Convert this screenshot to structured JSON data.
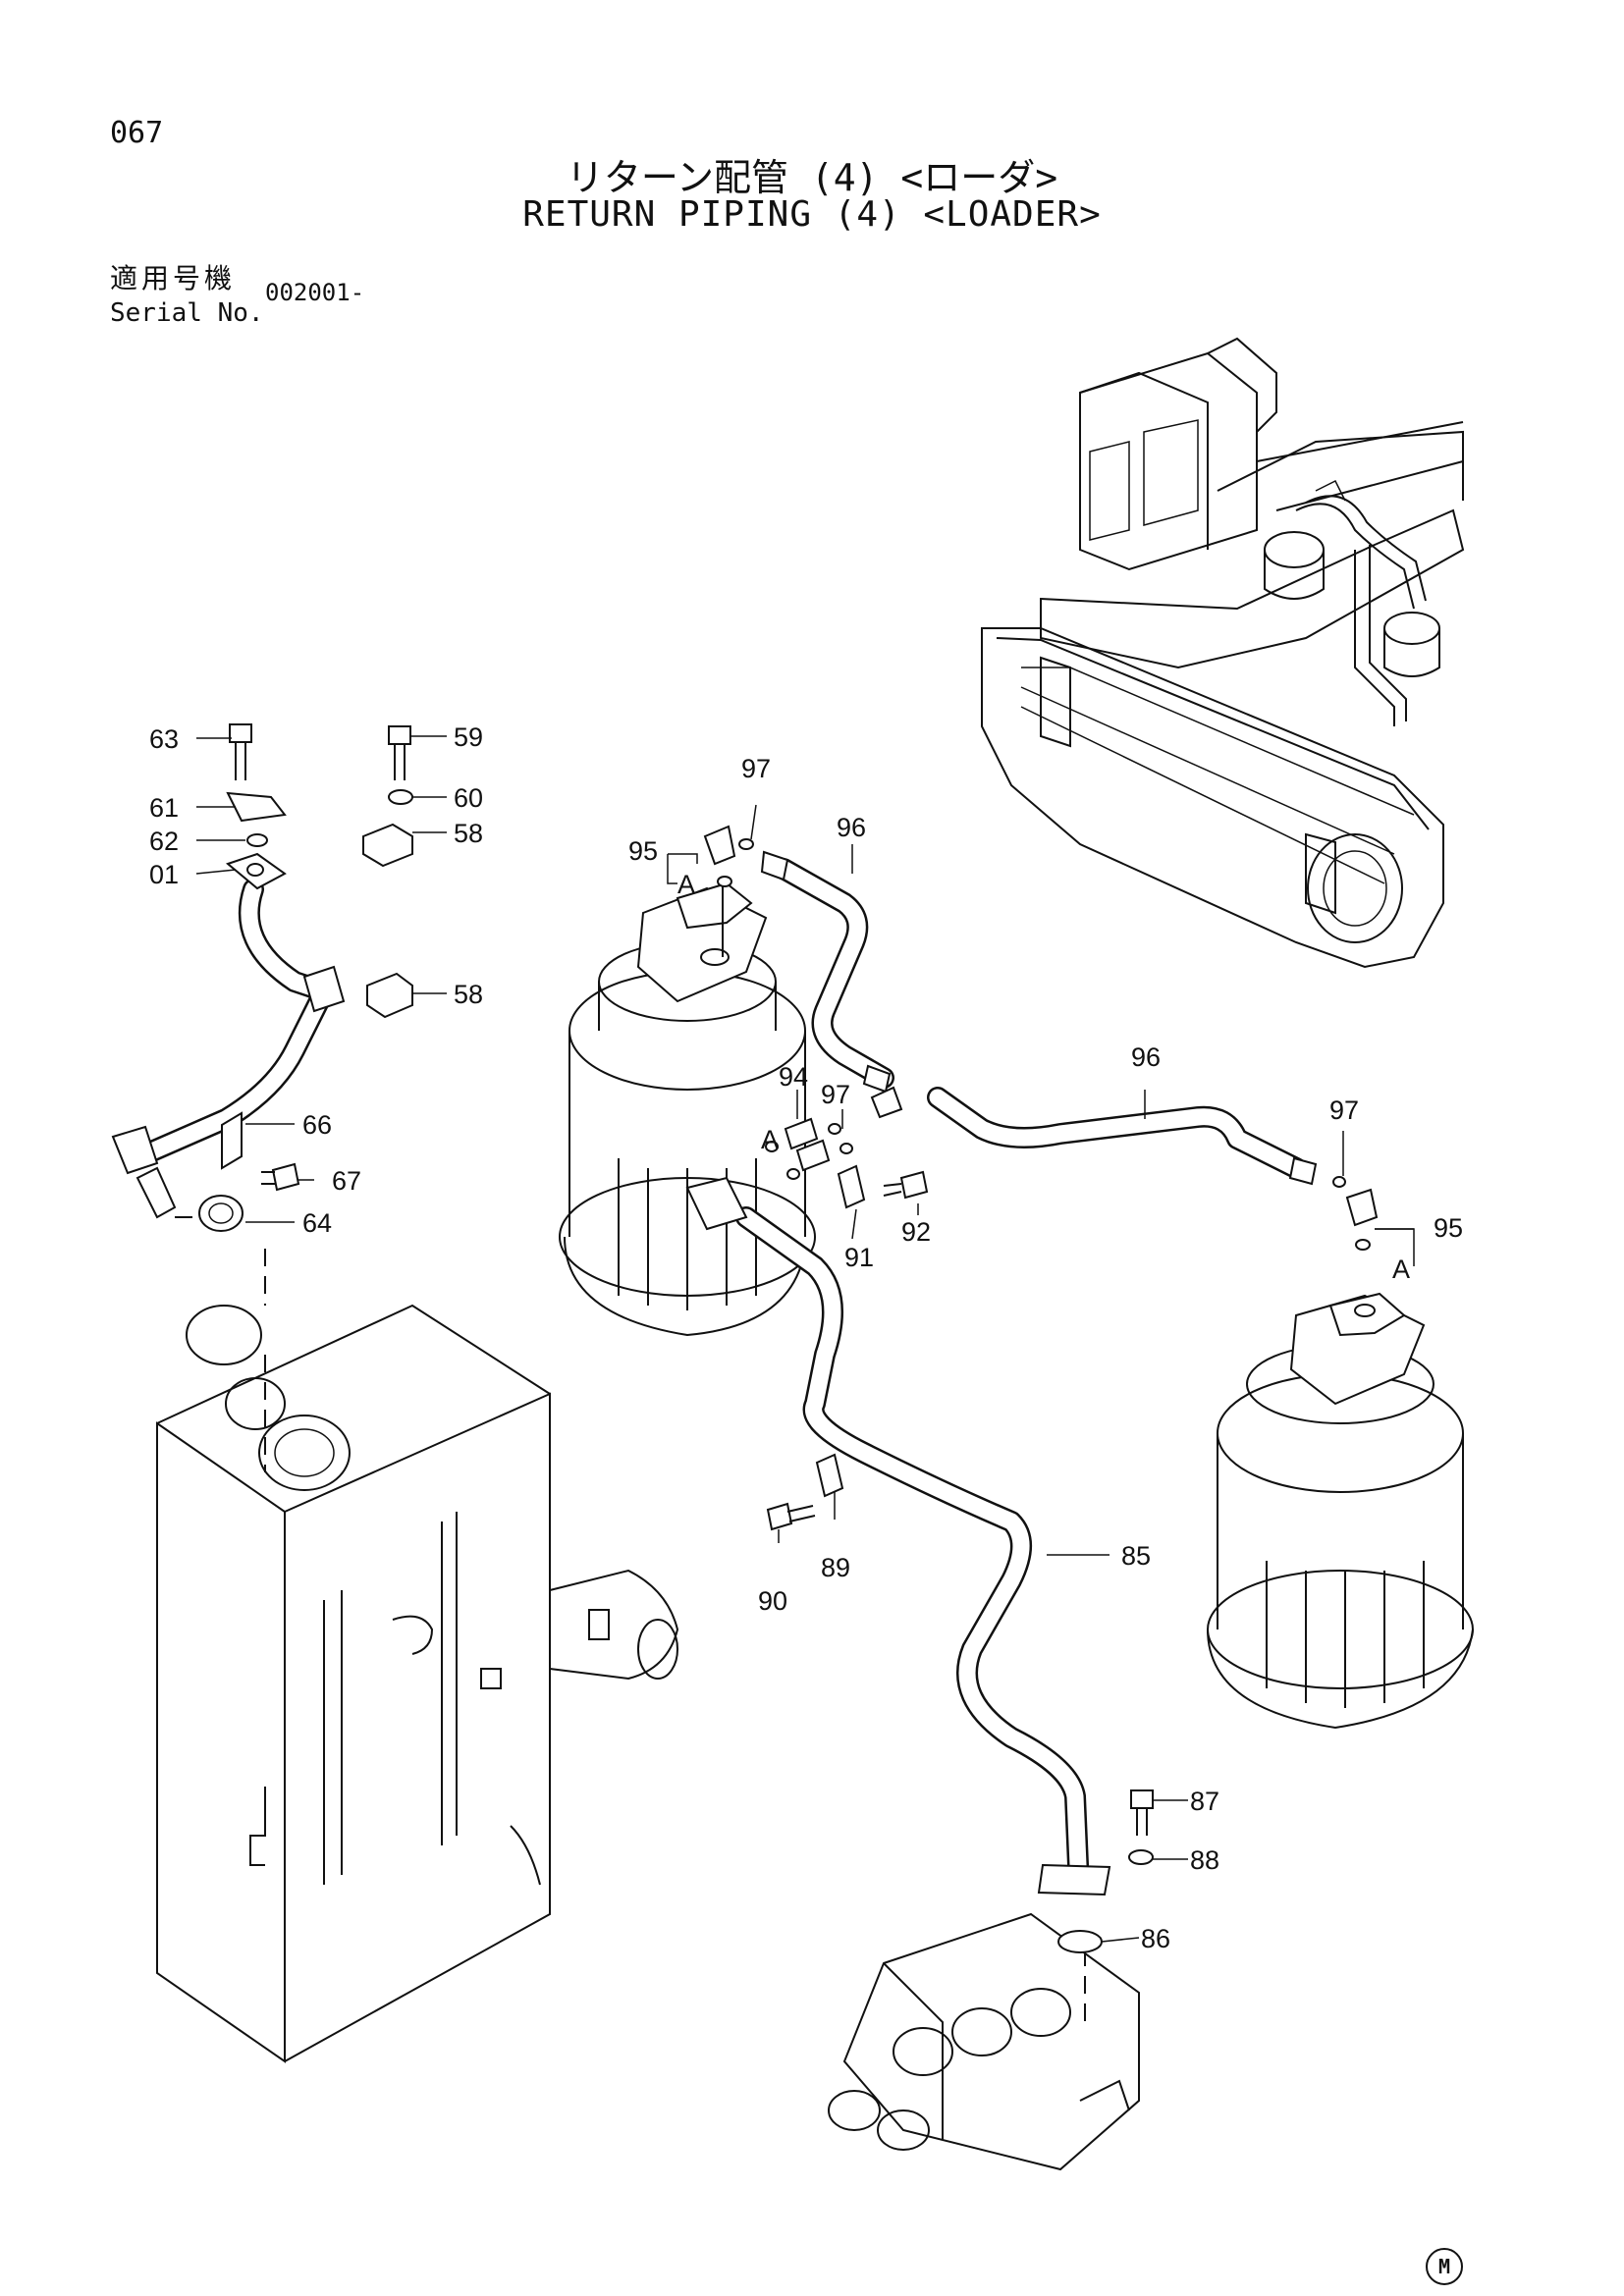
{
  "page": {
    "number": "067",
    "title_ja": "リターン配管 (4) <ローダ>",
    "title_en": "RETURN PIPING (4) <LOADER>",
    "serial_label_ja": "適用号機",
    "serial_label_en": "Serial No.",
    "serial_number": "002001-",
    "corner_mark": "M"
  },
  "callouts": {
    "p63": "63",
    "p59": "59",
    "p61": "61",
    "p60": "60",
    "p62": "62",
    "p58a": "58",
    "p01": "01",
    "p58b": "58",
    "p66": "66",
    "p67": "67",
    "p64": "64",
    "p97a": "97",
    "p96a": "96",
    "p95a": "95",
    "pA1": "A",
    "p94": "94",
    "p97b": "97",
    "pA2": "A",
    "p96b": "96",
    "p97c": "97",
    "p95b": "95",
    "pA3": "A",
    "p92": "92",
    "p91": "91",
    "p89": "89",
    "p90": "90",
    "p85": "85",
    "p87": "87",
    "p88": "88",
    "p86": "86"
  }
}
